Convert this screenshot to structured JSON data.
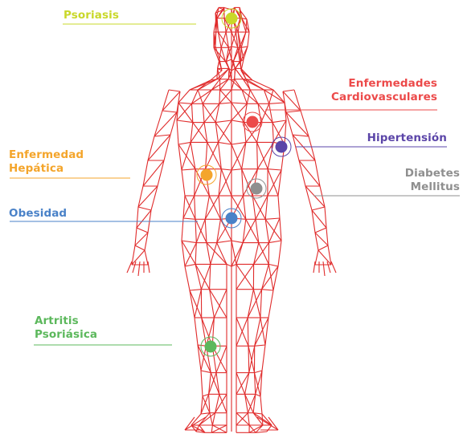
{
  "colors": {
    "body_mesh": "#e02b2b",
    "psoriasis": "#c9d82a",
    "cardiovascular": "#ec4a4a",
    "hypertension": "#5b45a8",
    "diabetes": "#8f8f8f",
    "liver": "#f4a52b",
    "obesity": "#4a82c8",
    "arthritis": "#5cb85c"
  },
  "labels": {
    "psoriasis": [
      "Psoriasis"
    ],
    "cardiovascular": [
      "Enfermedades",
      "Cardiovasculares"
    ],
    "hypertension": [
      "Hipertensión"
    ],
    "diabetes": [
      "Diabetes",
      "Mellitus"
    ],
    "liver": [
      "Enfermedad",
      "Hepática"
    ],
    "obesity": [
      "Obesidad"
    ],
    "arthritis": [
      "Artritis",
      "Psoriásica"
    ]
  }
}
